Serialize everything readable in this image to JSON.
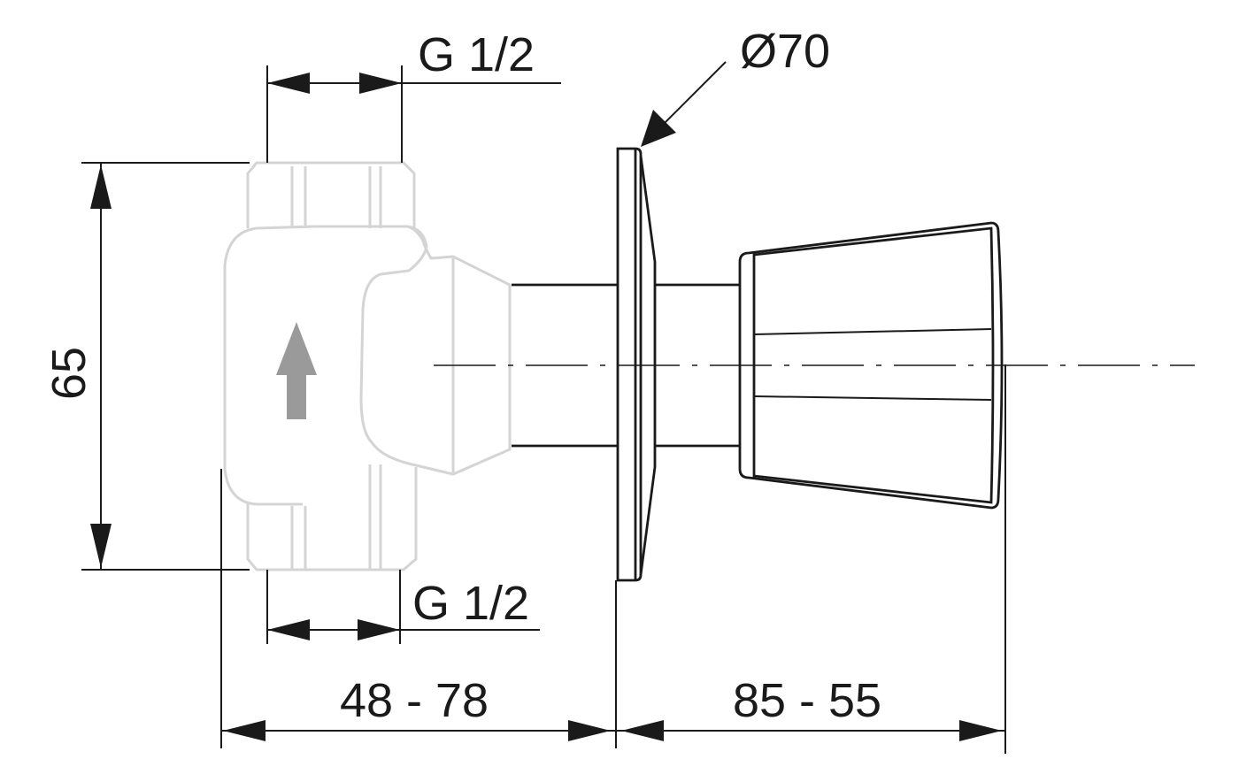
{
  "labels": {
    "thread_top": "G 1/2",
    "thread_bottom": "G 1/2",
    "rosette_diameter": "Ø70",
    "height": "65",
    "wall_depth": "48 - 78",
    "handle_projection": "85 - 55"
  },
  "colors": {
    "line": "#1a1a1a",
    "hidden_body": "#d4d4d4",
    "flow_arrow": "#9a9a9a"
  },
  "icons": {
    "flow_direction": "up-arrow-icon"
  }
}
